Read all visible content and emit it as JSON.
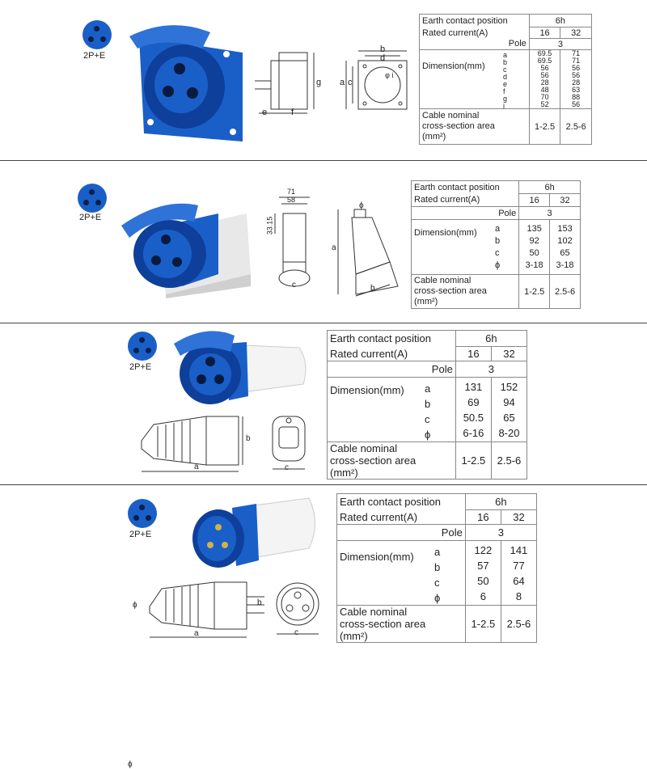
{
  "products": [
    {
      "badge_label": "2P+E",
      "headers": {
        "contact": "Earth contact position",
        "contact_value": "6h",
        "rated": "Rated current(A)",
        "pole": "Pole",
        "pole_value": "3",
        "dimension": "Dimension(mm)",
        "cable": [
          "Cable nominal",
          "cross-section area",
          "(mm²)"
        ]
      },
      "currents": [
        "16",
        "32"
      ],
      "dim_letters": [
        "a",
        "b",
        "c",
        "d",
        "e",
        "f",
        "g",
        "i"
      ],
      "col16": [
        "69.5",
        "69.5",
        "56",
        "56",
        "28",
        "48",
        "70",
        "52"
      ],
      "col32": [
        "71",
        "71",
        "56",
        "56",
        "28",
        "63",
        "88",
        "56"
      ],
      "cable": [
        "1-2.5",
        "2.5-6"
      ],
      "drawing_labels": [
        "b",
        "d",
        "a",
        "c",
        "g",
        "e",
        "f",
        "φ i"
      ]
    },
    {
      "badge_label": "2P+E",
      "headers": {
        "contact": "Earth contact position",
        "contact_value": "6h",
        "rated": "Rated current(A)",
        "pole": "Pole",
        "pole_value": "3",
        "dimension": "Dimension(mm)",
        "cable": [
          "Cable nominal",
          "cross-section area",
          "(mm²)"
        ]
      },
      "currents": [
        "16",
        "32"
      ],
      "dim_letters": [
        "a",
        "b",
        "c",
        "ϕ"
      ],
      "col16": [
        "135",
        "92",
        "50",
        "3-18"
      ],
      "col32": [
        "153",
        "102",
        "65",
        "3-18"
      ],
      "cable": [
        "1-2.5",
        "2.5-6"
      ],
      "drawing_labels": [
        "71",
        "58",
        "33.15",
        "c",
        "ϕ",
        "a",
        "b"
      ]
    },
    {
      "badge_label": "2P+E",
      "headers": {
        "contact": "Earth contact position",
        "contact_value": "6h",
        "rated": "Rated current(A)",
        "pole": "Pole",
        "pole_value": "3",
        "dimension": "Dimension(mm)",
        "cable": [
          "Cable nominal",
          "cross-section area",
          "(mm²)"
        ]
      },
      "currents": [
        "16",
        "32"
      ],
      "dim_letters": [
        "a",
        "b",
        "c",
        "ϕ"
      ],
      "col16": [
        "131",
        "69",
        "50.5",
        "6-16"
      ],
      "col32": [
        "152",
        "94",
        "65",
        "8-20"
      ],
      "cable": [
        "1-2.5",
        "2.5-6"
      ],
      "drawing_labels": [
        "ϕ",
        "b",
        "a",
        "c"
      ]
    },
    {
      "badge_label": "2P+E",
      "headers": {
        "contact": "Earth contact position",
        "contact_value": "6h",
        "rated": "Rated current(A)",
        "pole": "Pole",
        "pole_value": "3",
        "dimension": "Dimension(mm)",
        "cable": [
          "Cable nominal",
          "cross-section area",
          "(mm²)"
        ]
      },
      "currents": [
        "16",
        "32"
      ],
      "dim_letters": [
        "a",
        "b",
        "c",
        "ϕ"
      ],
      "col16": [
        "122",
        "57",
        "50",
        "6"
      ],
      "col32": [
        "141",
        "77",
        "64",
        "8"
      ],
      "cable": [
        "1-2.5",
        "2.5-6"
      ],
      "drawing_labels": [
        "ϕ",
        "b",
        "a",
        "c"
      ]
    }
  ],
  "colors": {
    "blue": "#1a5fc7",
    "dark_blue": "#0e3f9a",
    "white_body": "#f2f2f2"
  }
}
